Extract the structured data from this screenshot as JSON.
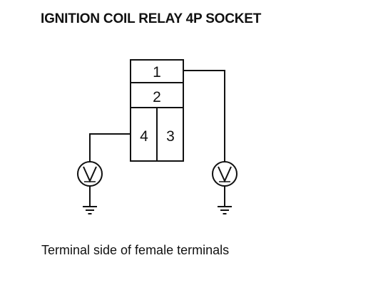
{
  "title": "IGNITION COIL RELAY 4P SOCKET",
  "caption": "Terminal side of female terminals",
  "connector": {
    "terminals": [
      {
        "label": "1"
      },
      {
        "label": "2"
      },
      {
        "label": "4"
      },
      {
        "label": "3"
      }
    ]
  },
  "meters": [
    {
      "symbol": "V",
      "connects_to_terminal": "4"
    },
    {
      "symbol": "V",
      "connects_to_terminal": "1"
    }
  ],
  "colors": {
    "line": "#111111",
    "background": "#ffffff"
  }
}
